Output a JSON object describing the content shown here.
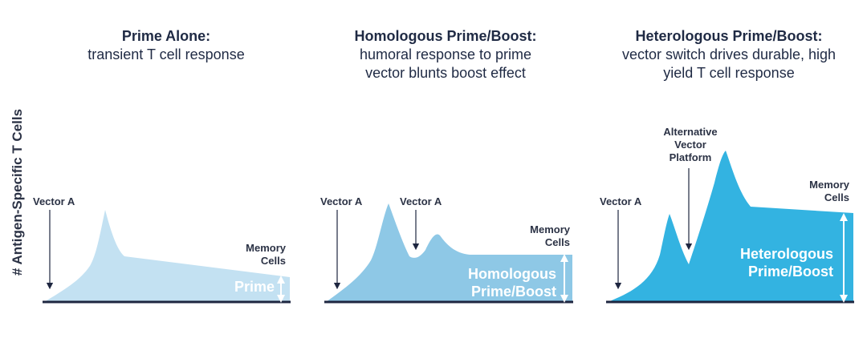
{
  "y_axis_label": "# Antigen-Specific T Cells",
  "colors": {
    "panel1_fill": "#c3e1f2",
    "panel2_fill": "#8ec8e6",
    "panel3_fill": "#33b3e1",
    "text_dark": "#2b3245",
    "axis": "#1e2640"
  },
  "panels": [
    {
      "title": "Prime Alone:",
      "subtitle_lines": [
        "transient T cell response"
      ],
      "labels": {
        "vector_a": "Vector A",
        "memory_lines": [
          "Memory",
          "Cells"
        ],
        "area_lines": [
          "Prime"
        ]
      }
    },
    {
      "title": "Homologous Prime/Boost:",
      "subtitle_lines": [
        "humoral response to prime",
        "vector blunts boost effect"
      ],
      "labels": {
        "vector_a_1": "Vector A",
        "vector_a_2": "Vector A",
        "memory_lines": [
          "Memory",
          "Cells"
        ],
        "area_lines": [
          "Homologous",
          "Prime/Boost"
        ]
      }
    },
    {
      "title": "Heterologous Prime/Boost:",
      "subtitle_lines": [
        "vector switch drives durable, high",
        "yield T cell response"
      ],
      "labels": {
        "vector_a": "Vector A",
        "alt_vector_lines": [
          "Alternative",
          "Vector",
          "Platform"
        ],
        "memory_lines": [
          "Memory",
          "Cells"
        ],
        "area_lines": [
          "Heterologous",
          "Prime/Boost"
        ]
      }
    }
  ]
}
